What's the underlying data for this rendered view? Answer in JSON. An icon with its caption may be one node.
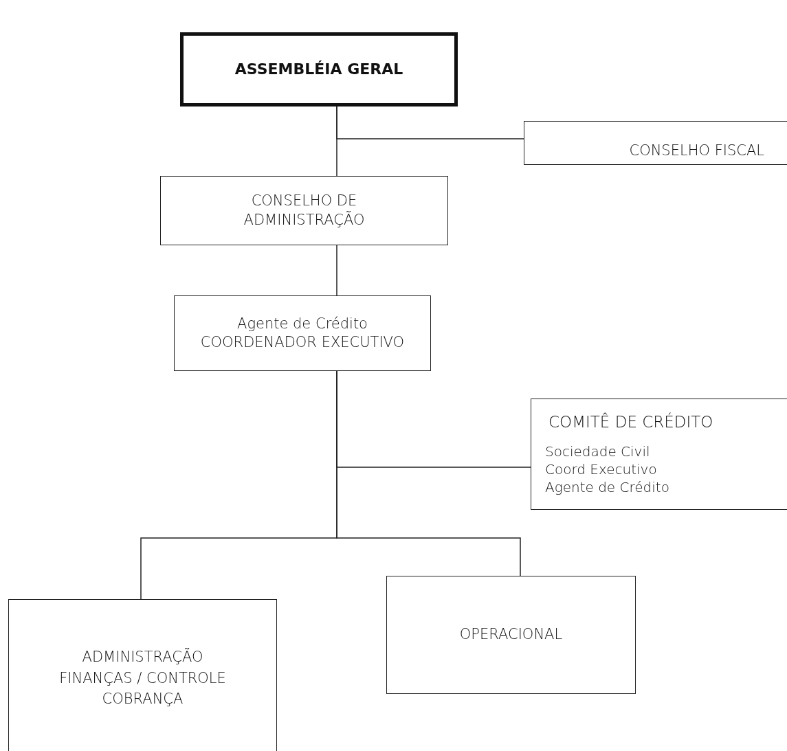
{
  "diagram": {
    "nodes": [
      {
        "text": [
          "ASSEMBLÉIA GERAL"
        ]
      },
      {
        "text": [
          "CONSELHO FISCAL"
        ]
      },
      {
        "text": [
          "CONSELHO DE ADMINISTRAÇÃO"
        ]
      },
      {
        "text": [
          "Agente de Crédito",
          "COORDENADOR EXECUTIVO"
        ]
      },
      {
        "text": [
          "COMITÊ DE CRÉDITO",
          "Sociedade Civil",
          "Coord Executivo",
          "Agente de Crédito"
        ]
      },
      {
        "text": [
          "ADMINISTRAÇÃO",
          "FINANÇAS / CONTROLE",
          "COBRANÇA"
        ]
      },
      {
        "text": [
          "OPERACIONAL"
        ]
      }
    ],
    "edges": [
      {
        "from": 0,
        "to": 2,
        "arrow": "none"
      },
      {
        "from": 0,
        "to": 1,
        "arrow": "none"
      },
      {
        "from": 2,
        "to": 3,
        "arrow": "none"
      },
      {
        "from": 3,
        "to": 4,
        "arrow": "none"
      },
      {
        "from": 3,
        "to": 5,
        "arrow": "none"
      },
      {
        "from": 3,
        "to": 6,
        "arrow": "none"
      }
    ]
  }
}
